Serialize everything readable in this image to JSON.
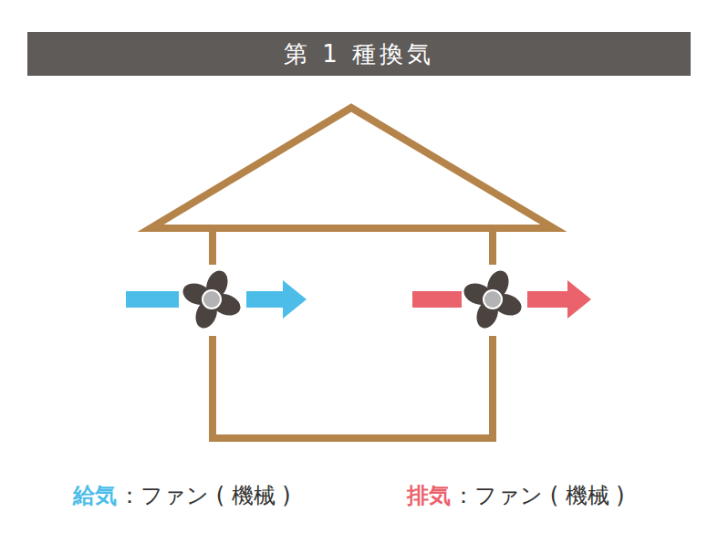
{
  "diagram": {
    "title": "第 1 種換気",
    "labels": [
      "給気",
      "：ファン ( 機械 )",
      "排気",
      "：ファン ( 機械 )"
    ]
  }
}
